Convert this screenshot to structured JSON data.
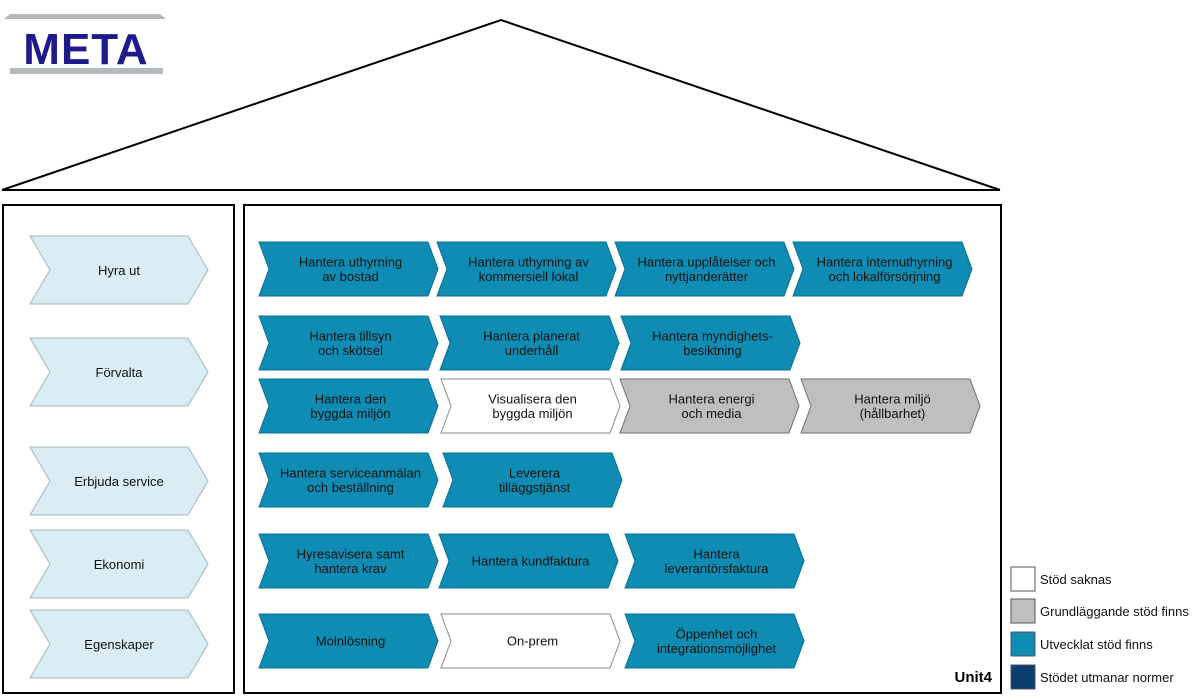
{
  "logo": {
    "text": "META",
    "text_color": "#1f1a8c",
    "bar_color": "#b4b9bb"
  },
  "colors": {
    "outline": "#000000",
    "category_fill": "#daedf4",
    "category_stroke": "#a7b4ba",
    "blue_fill": "#0e8cb3",
    "blue_stroke": "#0a6f8f",
    "gray_fill": "#bfbfbf",
    "white_fill": "#ffffff",
    "navy_fill": "#0b3d6e",
    "process_text": "#111111"
  },
  "categories": [
    "Hyra ut",
    "Förvalta",
    "Erbjuda service",
    "Ekonomi",
    "Egenskaper"
  ],
  "rows": [
    [
      {
        "lines": [
          "Hantera uthyrning",
          "av bostad"
        ],
        "status": "blue"
      },
      {
        "lines": [
          "Hantera uthyrning av",
          "kommersiell lokal"
        ],
        "status": "blue"
      },
      {
        "lines": [
          "Hantera upplåtelser och",
          "nyttjanderätter"
        ],
        "status": "blue"
      },
      {
        "lines": [
          "Hantera internuthyrning",
          "och lokalförsörjning"
        ],
        "status": "blue"
      }
    ],
    [
      {
        "lines": [
          "Hantera tillsyn",
          "och skötsel"
        ],
        "status": "blue"
      },
      {
        "lines": [
          "Hantera planerat",
          "underhåll"
        ],
        "status": "blue"
      },
      {
        "lines": [
          "Hantera myndighets-",
          "besiktning"
        ],
        "status": "blue"
      }
    ],
    [
      {
        "lines": [
          "Hantera den",
          "byggda miljön"
        ],
        "status": "blue"
      },
      {
        "lines": [
          "Visualisera den",
          "byggda miljön"
        ],
        "status": "white"
      },
      {
        "lines": [
          "Hantera energi",
          "och media"
        ],
        "status": "gray"
      },
      {
        "lines": [
          "Hantera miljö",
          "(hållbarhet)"
        ],
        "status": "gray"
      }
    ],
    [
      {
        "lines": [
          "Hantera serviceanmälan",
          "och beställning"
        ],
        "status": "blue"
      },
      {
        "lines": [
          "Leverera",
          "tilläggstjänst"
        ],
        "status": "blue"
      }
    ],
    [
      {
        "lines": [
          "Hyresavisera samt",
          "hantera krav"
        ],
        "status": "blue"
      },
      {
        "lines": [
          "Hantera kundfaktura"
        ],
        "status": "blue"
      },
      {
        "lines": [
          "Hantera",
          "leverantörsfaktura"
        ],
        "status": "blue"
      }
    ],
    [
      {
        "lines": [
          "Molnlösning"
        ],
        "status": "blue"
      },
      {
        "lines": [
          "On-prem"
        ],
        "status": "white"
      },
      {
        "lines": [
          "Öppenhet och",
          "integrationsmöjlighet"
        ],
        "status": "blue"
      }
    ]
  ],
  "vendor_label": "Unit4",
  "legend": [
    {
      "label": "Stöd saknas",
      "status": "white"
    },
    {
      "label": "Grundläggande stöd finns",
      "status": "gray"
    },
    {
      "label": "Utvecklat stöd finns",
      "status": "blue"
    },
    {
      "label": "Stödet utmanar normer",
      "status": "navy"
    }
  ]
}
